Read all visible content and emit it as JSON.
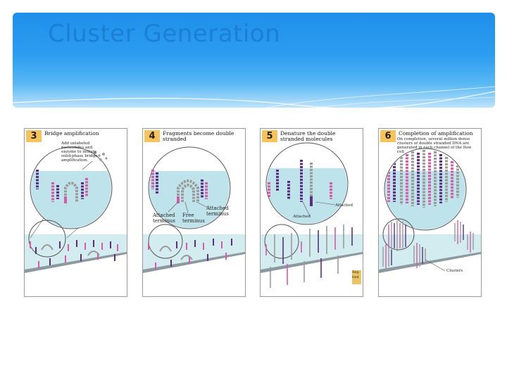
{
  "slide": {
    "title": "Cluster Generation"
  },
  "panels": [
    {
      "step": "3",
      "title": "Bridge amplification",
      "note": "Add unlabeled nucleotides and enzyme to initiate solid-phase bridge amplification.",
      "labels": []
    },
    {
      "step": "4",
      "title": "Fragments become double stranded",
      "note": "",
      "labels": [
        "Attached terminus",
        "Free terminus",
        "Attached terminus"
      ]
    },
    {
      "step": "5",
      "title": "Denature the double stranded molecules",
      "note": "",
      "labels": [
        "Attached",
        "Attached"
      ]
    },
    {
      "step": "6",
      "title": "Completion of amplification",
      "note": "On completion, several million dense clusters of double stranded DNA are generated in each channel of the flow cell",
      "labels": [
        "Clusters"
      ]
    }
  ],
  "fragment": {
    "text": "Rep bnd"
  },
  "colors": {
    "accent": "#1f8fea",
    "badge": "#f7c35a",
    "pink": "#d65aa6",
    "purple": "#5b2d86",
    "gray": "#9a9a9a",
    "surface": "#d3ecef"
  }
}
